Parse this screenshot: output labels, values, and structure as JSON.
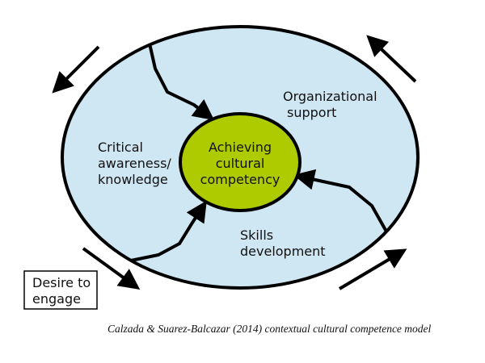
{
  "center": {
    "lines": [
      "Achieving",
      "cultural",
      "competency"
    ]
  },
  "labels": {
    "critical": [
      "Critical",
      "awareness/",
      "knowledge"
    ],
    "organizational": [
      "Organizational",
      "support"
    ],
    "skills": [
      "Skills",
      "development"
    ]
  },
  "desire_box": [
    "Desire to",
    "engage"
  ],
  "caption": "Calzada & Suarez-Balcazar (2014) contextual cultural competence model",
  "colors": {
    "outer_fill": "#cfe6f3",
    "inner_fill": "#aecb00",
    "stroke": "#000000"
  }
}
